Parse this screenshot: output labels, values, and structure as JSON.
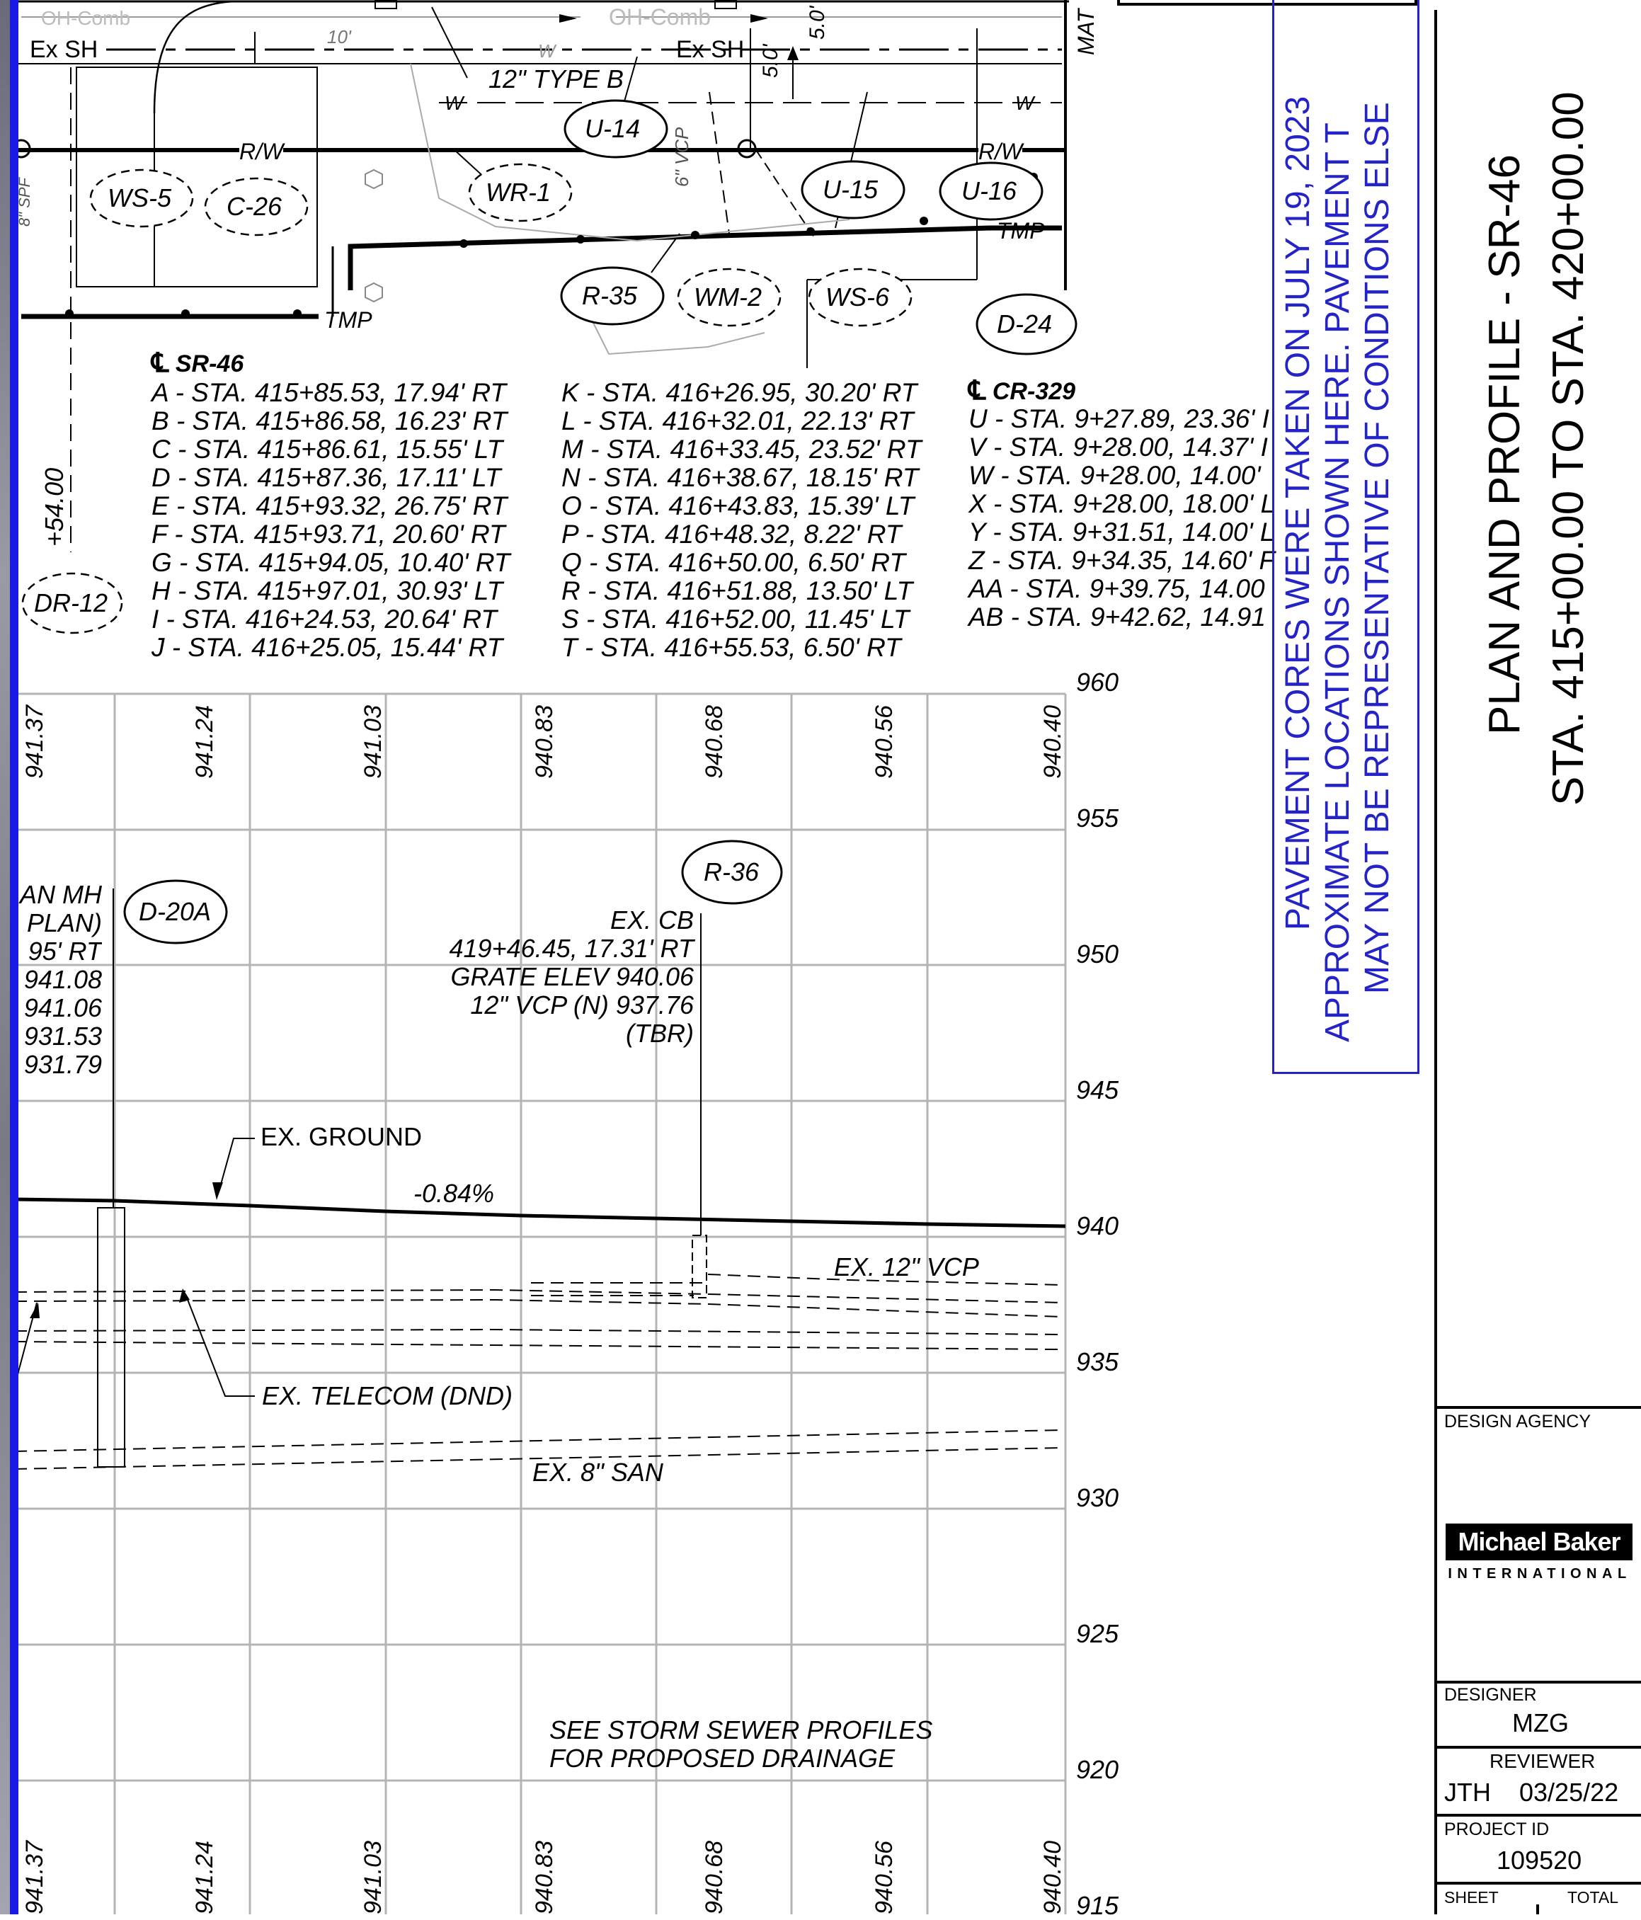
{
  "plan": {
    "utility_labels": [
      "Ex SH",
      "Ex SH",
      "12\" TYPE B",
      "R/W",
      "R/W",
      "TMP",
      "TMP",
      "MAT",
      "5.0'",
      "5.0'",
      "10'",
      "W",
      "W",
      "W",
      "OH-Comb",
      "OH-Comb",
      "6\" VCP",
      "8\" SPF"
    ],
    "bubbles_solid": [
      "U-14",
      "U-15",
      "U-16",
      "R-35",
      "D-24"
    ],
    "bubbles_dashed": [
      "WS-5",
      "C-26",
      "WR-1",
      "WM-2",
      "WS-6"
    ],
    "offset_label": "+54.00",
    "dr_bubble": "DR-12"
  },
  "points": {
    "sr46_title": "SR-46",
    "sr46_a": [
      "A - STA. 415+85.53, 17.94' RT",
      "B - STA. 415+86.58, 16.23' RT",
      "C - STA. 415+86.61, 15.55' LT",
      "D - STA. 415+87.36, 17.11' LT",
      "E - STA. 415+93.32, 26.75' RT",
      "F - STA. 415+93.71, 20.60' RT",
      "G - STA. 415+94.05, 10.40' RT",
      "H - STA. 415+97.01, 30.93' LT",
      "I - STA. 416+24.53, 20.64' RT",
      "J - STA. 416+25.05, 15.44' RT"
    ],
    "sr46_b": [
      "K - STA. 416+26.95, 30.20' RT",
      "L - STA. 416+32.01, 22.13' RT",
      "M - STA. 416+33.45, 23.52' RT",
      "N - STA. 416+38.67, 18.15' RT",
      "O - STA. 416+43.83, 15.39' LT",
      "P - STA. 416+48.32, 8.22' RT",
      "Q - STA. 416+50.00, 6.50' RT",
      "R - STA. 416+51.88, 13.50' LT",
      "S - STA. 416+52.00, 11.45' LT",
      "T - STA. 416+55.53, 6.50' RT"
    ],
    "cr329_title": "CR-329",
    "cr329": [
      "U - STA. 9+27.89, 23.36' I",
      "V - STA. 9+28.00, 14.37' I",
      "W - STA. 9+28.00, 14.00'",
      "X - STA. 9+28.00, 18.00' L",
      "Y - STA. 9+31.51, 14.00' L",
      "Z - STA. 9+34.35, 14.60' F",
      "AA - STA. 9+39.75, 14.00",
      "AB - STA. 9+42.62, 14.91"
    ]
  },
  "profile": {
    "elevations": [
      "960",
      "955",
      "950",
      "945",
      "940",
      "935",
      "930",
      "925",
      "920",
      "915"
    ],
    "ground_elevations": [
      "941.37",
      "941.24",
      "941.03",
      "940.83",
      "940.68",
      "940.56",
      "940.40"
    ],
    "bubble_d20a": "D-20A",
    "bubble_r36": "R-36",
    "san_mh_lines": [
      "AN MH",
      "PLAN)",
      "95' RT",
      "941.08",
      "941.06",
      "931.53",
      "931.79"
    ],
    "ex_cb_lines": [
      "EX. CB",
      "419+46.45, 17.31' RT",
      "GRATE ELEV 940.06",
      "12\" VCP (N) 937.76",
      "(TBR)"
    ],
    "ex_ground": "EX. GROUND",
    "slope": "-0.84%",
    "ex_vcp": "EX. 12\" VCP",
    "ex_telecom": "EX. TELECOM (DND)",
    "ex_san": "EX. 8\" SAN",
    "storm_note_1": "SEE STORM SEWER PROFILES",
    "storm_note_2": "FOR PROPOSED DRAINAGE"
  },
  "notice": {
    "line1": "PAVEMENT CORES WERE TAKEN ON JULY 19, 2023",
    "line2": "APPROXIMATE LOCATIONS SHOWN HERE.  PAVEMENT T",
    "line3": "MAY NOT BE REPRESENTATIVE OF CONDITIONS ELSE",
    "color": "#2323c8"
  },
  "title_block": {
    "title_line1": "PLAN AND PROFILE - SR-46",
    "title_line2": "STA. 415+00.00 TO STA. 420+00.00",
    "design_agency_label": "DESIGN AGENCY",
    "logo_name": "Michael Baker",
    "logo_sub": "INTERNATIONAL",
    "designer_label": "DESIGNER",
    "designer_value": "MZG",
    "reviewer_label": "REVIEWER",
    "reviewer_value": "JTH    03/25/22",
    "project_id_label": "PROJECT ID",
    "project_id_value": "109520",
    "sheet_label": "SHEET",
    "total_label": "TOTAL"
  },
  "colors": {
    "left_border": "#1a1ae6",
    "grid": "#b4b4b4"
  }
}
